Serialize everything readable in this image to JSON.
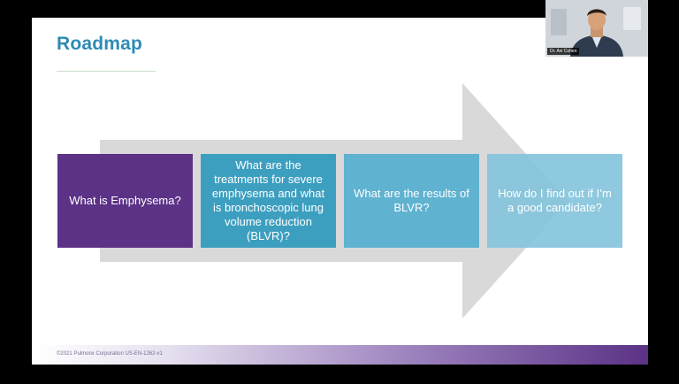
{
  "slide": {
    "title": "Roadmap",
    "boxes": [
      "What is Emphysema?",
      "What are the treatments for severe emphysema and what is bronchoscopic lung volume reduction (BLVR)?",
      "What are the results of BLVR?",
      "How do I find out if I’m a good candidate?"
    ],
    "footer": "©2021 Pulmonx Corporation US-EN-1262-v1"
  },
  "webcam": {
    "name_label": "Dr. Avi Cohen"
  },
  "colors": {
    "title": "#2e8bb5",
    "box_purple": "#5b3286",
    "box_blue": "#3d9fc0",
    "box_lightblue": "#5fb2d0",
    "box_palest": "#82c3dc",
    "arrow": "#d9d9d9"
  }
}
